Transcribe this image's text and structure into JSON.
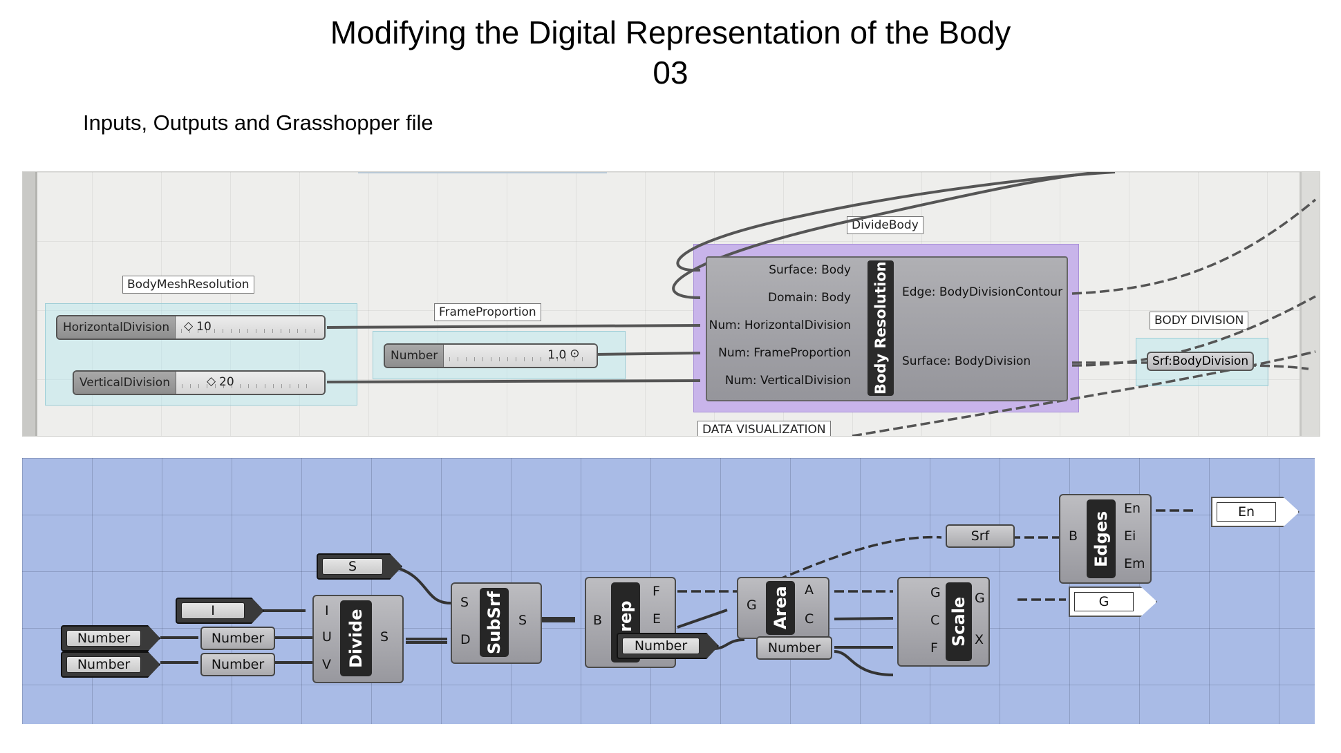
{
  "title": "Modifying the Digital Representation of the Body",
  "title_number": "03",
  "subtitle": "Inputs, Outputs and Grasshopper file",
  "upper_canvas": {
    "groups": {
      "body_mesh_resolution": "BodyMeshResolution",
      "frame_proportion": "FrameProportion",
      "divide_body": "DivideBody",
      "body_division": "BODY DIVISION",
      "data_visualization": "DATA VISUALIZATION"
    },
    "sliders": {
      "horizontal": {
        "name": "HorizontalDivision",
        "value": "10"
      },
      "vertical": {
        "name": "VerticalDivision",
        "value": "20"
      },
      "number": {
        "name": "Number",
        "value": "1.0"
      }
    },
    "component": {
      "name": "Body Resolution",
      "inputs": [
        "Surface: Body",
        "Domain: Body",
        "Num: HorizontalDivision",
        "Num: FrameProportion",
        "Num: VerticalDivision"
      ],
      "outputs": [
        "Edge: BodyDivisionContour",
        "Surface: BodyDivision"
      ]
    },
    "output_param": "Srf:BodyDivision"
  },
  "lower_canvas": {
    "params": {
      "s_param": "S",
      "i_param": "I",
      "number1": "Number",
      "number2": "Number",
      "number_in1": "Number",
      "number_in2": "Number",
      "number_brep": "Number",
      "number_area": "Number",
      "srf_param": "Srf",
      "en_param": "En",
      "g_param": "G"
    },
    "components": {
      "divide": {
        "name": "Divide",
        "inputs": [
          "I",
          "U",
          "V"
        ],
        "outputs": [
          "S"
        ]
      },
      "subsrf": {
        "name": "SubSrf",
        "inputs": [
          "S",
          "D"
        ],
        "outputs": [
          "S"
        ]
      },
      "brep": {
        "name": "Brep",
        "inputs": [
          "B"
        ],
        "outputs": [
          "F",
          "E"
        ]
      },
      "area": {
        "name": "Area",
        "inputs": [
          "G"
        ],
        "outputs": [
          "A",
          "C"
        ]
      },
      "scale": {
        "name": "Scale",
        "inputs": [
          "G",
          "C",
          "F"
        ],
        "outputs": [
          "G",
          "X"
        ]
      },
      "edges": {
        "name": "Edges",
        "inputs": [
          "B"
        ],
        "outputs": [
          "En",
          "Ei",
          "Em"
        ]
      }
    }
  }
}
